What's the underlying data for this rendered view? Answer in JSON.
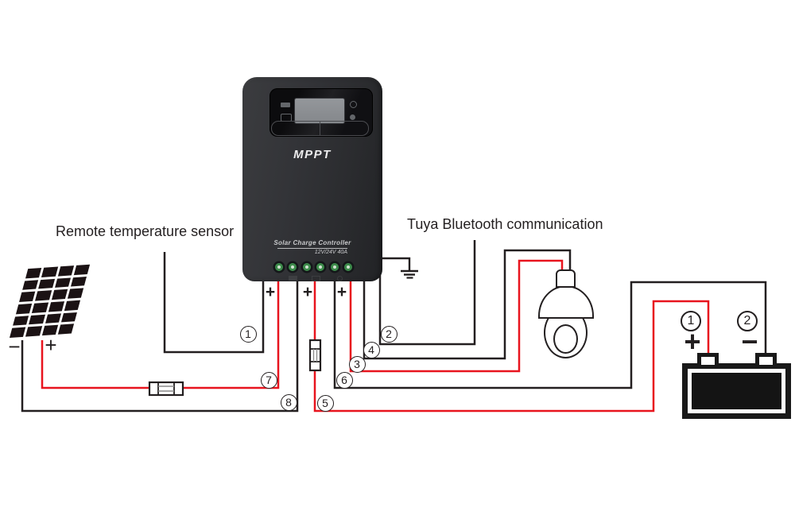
{
  "texts": {
    "remote_sensor": "Remote temperature sensor",
    "tuya": "Tuya Bluetooth communication"
  },
  "controller": {
    "logo": "MPPT",
    "label": "Solar Charge Controller",
    "rating": "12V/24V 40A",
    "terminal_count": 6
  },
  "connections": {
    "c1": "1",
    "c2": "2",
    "c3": "3",
    "c4": "4",
    "c5": "5",
    "c6": "6",
    "c7": "7",
    "c8": "8"
  },
  "terminal_signs": {
    "pv_plus": "+",
    "bat_plus": "+",
    "load_plus": "+"
  },
  "solar": {
    "neg_sign": "−",
    "pos_sign": "+"
  },
  "battery": {
    "pos_num": "1",
    "neg_num": "2",
    "pos_sign": "+",
    "neg_sign": "−"
  },
  "colors": {
    "positive_wire": "#e8141e",
    "negative_wire": "#231f20",
    "terminal_ring": "#3c8a4a",
    "controller_body": "#2f3033",
    "lcd": "#8b8e92"
  }
}
